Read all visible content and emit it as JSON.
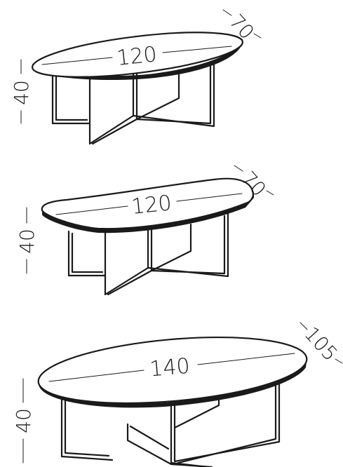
{
  "tables": [
    {
      "shape": "oval",
      "length": "120",
      "depth": "70",
      "height": "40"
    },
    {
      "shape": "boat",
      "length": "120",
      "depth": "70",
      "height": "40"
    },
    {
      "shape": "oval",
      "length": "140",
      "depth": "105",
      "height": "40"
    }
  ]
}
